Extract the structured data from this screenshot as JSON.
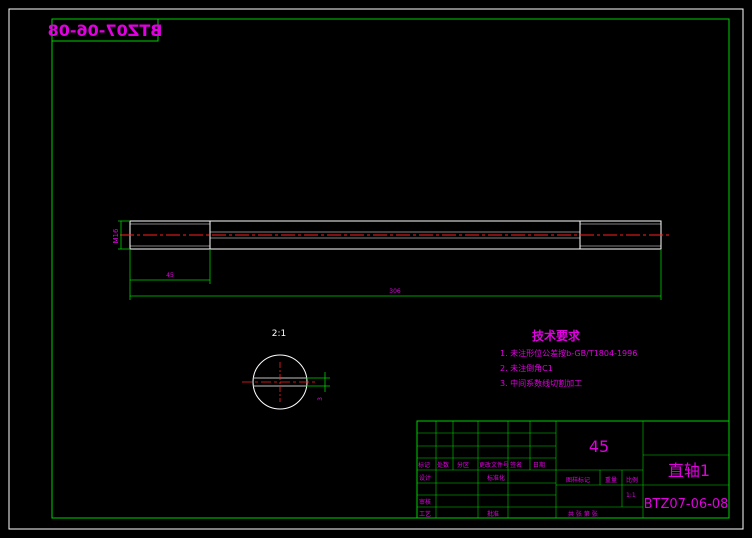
{
  "drawing": {
    "mirrored_code": "BTZ07-06-08",
    "detail_scale": "2:1",
    "dimensions": {
      "thread_length": "45",
      "overall_length": "306",
      "diameter": "M16",
      "slot": "3"
    }
  },
  "technical_requirements": {
    "title": "技术要求",
    "items": [
      "1. 未注形位公差按b-GB/T1804-1996",
      "2. 未注倒角C1",
      "3. 中间系数线切割加工"
    ]
  },
  "title_block": {
    "material": "45",
    "part_name": "直轴1",
    "drawing_number": "BTZ07-06-08",
    "scale_label": "图样标记",
    "weight_label": "重量",
    "ratio_label": "比例",
    "ratio_value": "1:1",
    "bottom_text": "共  张  第  张",
    "rev_headers": [
      "标记",
      "处数",
      "分区",
      "更改文件号",
      "签名",
      "日期"
    ],
    "role_labels": [
      "设计",
      "标准化",
      "审核",
      "工艺",
      "批准"
    ],
    "misc_labels": [
      "阶段标记"
    ]
  },
  "colors": {
    "background": "#000000",
    "frame": "#00d000",
    "part": "#ffffff",
    "centerline": "#ff2020",
    "text": "#e000e0"
  }
}
